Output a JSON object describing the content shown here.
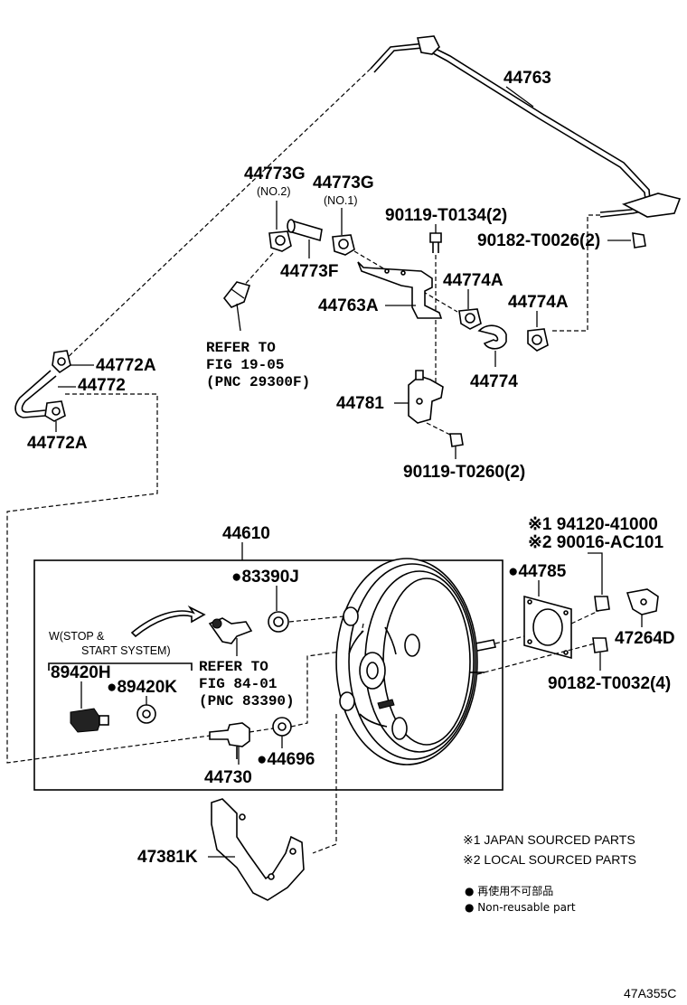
{
  "labels": {
    "p44763": "44763",
    "p44773G_a": "44773G",
    "p44773G_a_sub": "(NO.2)",
    "p44773G_b": "44773G",
    "p44773G_b_sub": "(NO.1)",
    "p90119_T0134": "90119-T0134(2)",
    "p90182_T0026": "90182-T0026(2)",
    "p44773F": "44773F",
    "p44774A_a": "44774A",
    "p44763A": "44763A",
    "p44774A_b": "44774A",
    "p44774": "44774",
    "p44772A_a": "44772A",
    "p44772": "44772",
    "p44772A_b": "44772A",
    "p44781": "44781",
    "p90119_T0260": "90119-T0260(2)",
    "p44610": "44610",
    "p83390J": "●83390J",
    "p44785": "●44785",
    "p94120": "※1 94120-41000",
    "p90016": "※2 90016-AC101",
    "p47264D": "47264D",
    "p90182_T0032": "90182-T0032(4)",
    "p89420H": "89420H",
    "p89420K": "●89420K",
    "p44696": "●44696",
    "p44730": "44730",
    "p47381K": "47381K",
    "ws_line1": "W(STOP &",
    "ws_line2": "START SYSTEM)"
  },
  "refer1": {
    "l1": "REFER TO",
    "l2": "FIG 19-05",
    "l3": "(PNC 29300F)"
  },
  "refer2": {
    "l1": "REFER TO",
    "l2": "FIG 84-01",
    "l3": "(PNC 83390)"
  },
  "legend": {
    "japan": "※1 JAPAN SOURCED PARTS",
    "local": "※2 LOCAL SOURCED PARTS",
    "reuse_jp": "● 再使用不可部品",
    "reuse_en": "● Non-reusable part"
  },
  "diagram_code": "47A355C"
}
